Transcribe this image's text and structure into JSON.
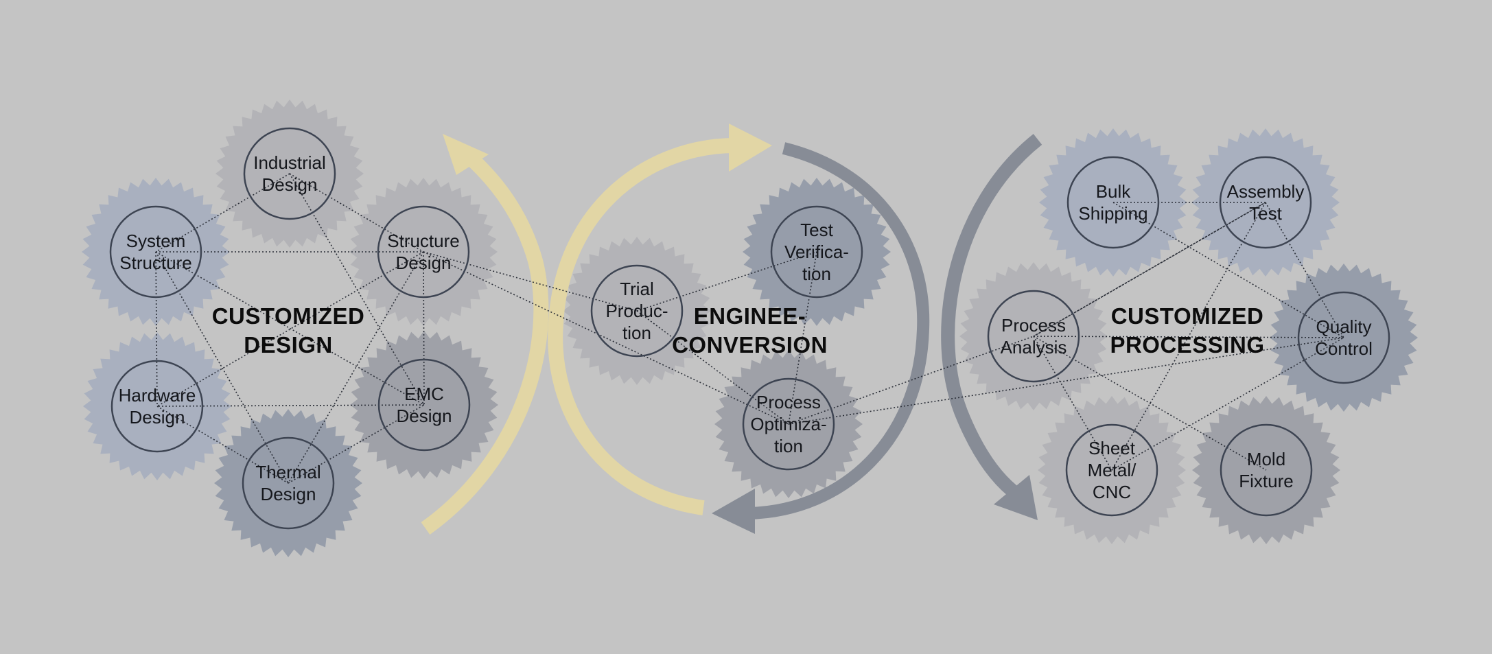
{
  "sections": {
    "design": "CUSTOMIZED\nDESIGN",
    "conversion": "ENGINEE-\nCONVERSION",
    "processing": "CUSTOMIZED\nPROCESSING"
  },
  "colors": {
    "background": "#c4c4c4",
    "gear_gray": "#b3b3b7",
    "gear_blue": "#a9b0bf",
    "gear_slate": "#969daa",
    "gear_dark": "#9fa1a8",
    "arrow_yellow": "#e2d6a5",
    "arrow_gray": "#878c96",
    "circle_stroke": "#3d4452"
  },
  "nodes": {
    "industrial_design": "Industrial\nDesign",
    "system_structure": "System\nStructure",
    "structure_design": "Structure\nDesign",
    "hardware_design": "Hardware\nDesign",
    "emc_design": "EMC\nDesign",
    "thermal_design": "Thermal\nDesign",
    "trial_production": "Trial\nProduc-\ntion",
    "test_verification": "Test\nVerifica-\ntion",
    "process_optimization": "Process\nOptimiza-\ntion",
    "bulk_shipping": "Bulk\nShipping",
    "assembly_test": "Assembly\nTest",
    "process_analysis": "Process\nAnalysis",
    "quality_control": "Quality\nControl",
    "sheet_metal_cnc": "Sheet\nMetal/\nCNC",
    "mold_fixture": "Mold\nFixture"
  }
}
